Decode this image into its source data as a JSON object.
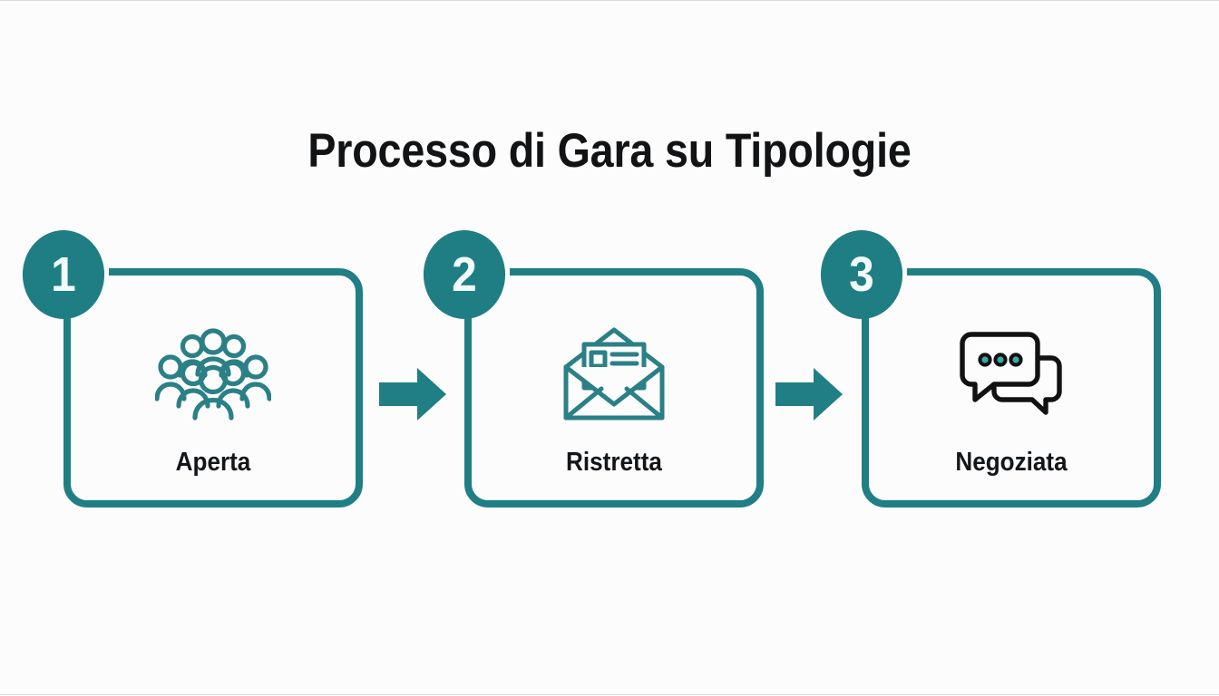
{
  "page": {
    "title": "Processo di Gara su Tipologie",
    "background_color": "#fcfcfc",
    "accent_color": "#1f7f85",
    "badge_color": "#1f7e84",
    "title_color": "#111315",
    "label_color": "#131619"
  },
  "diagram": {
    "type": "horizontal-process-flow",
    "step_count": 3,
    "steps": [
      {
        "number": "1",
        "label": "Aperta",
        "icon": "people-group-icon",
        "icon_color": "#2a8086"
      },
      {
        "number": "2",
        "label": "Ristretta",
        "icon": "open-envelope-letter-icon",
        "icon_color": "#2a8086"
      },
      {
        "number": "3",
        "label": "Negoziata",
        "icon": "speech-bubbles-icon",
        "icon_color": "#121212",
        "icon_accent_color": "#3fa9a0"
      }
    ],
    "connectors": [
      {
        "from": "1",
        "to": "2",
        "icon": "right-arrow-icon",
        "color": "#1f7f85"
      },
      {
        "from": "2",
        "to": "3",
        "icon": "right-arrow-icon",
        "color": "#1f7f85"
      }
    ]
  }
}
